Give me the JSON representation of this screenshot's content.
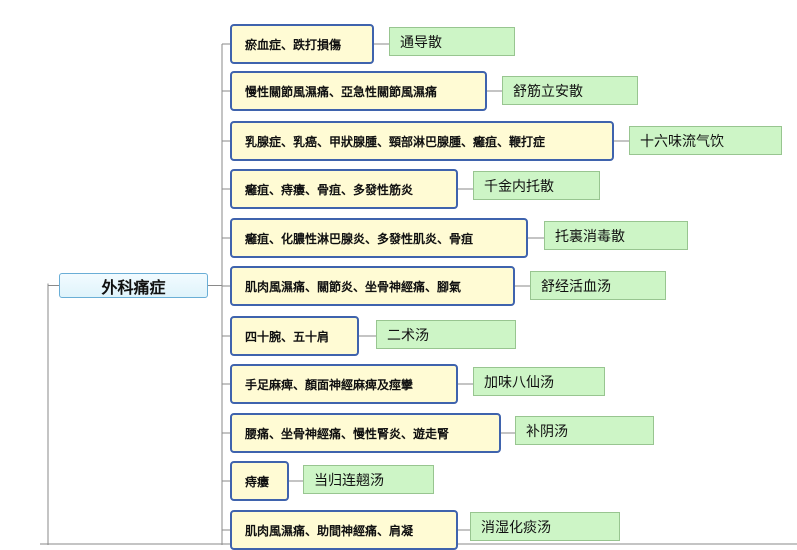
{
  "root": {
    "label": "外科痛症"
  },
  "branches": [
    {
      "symptom": "瘀血症、跌打損傷",
      "remedy": "通导散"
    },
    {
      "symptom": "慢性關節風濕痛、亞急性關節風濕痛",
      "remedy": "舒筋立安散"
    },
    {
      "symptom": "乳腺症、乳癌、甲狀腺腫、頸部淋巴腺腫、癰疽、鞭打症",
      "remedy": "十六味流气饮"
    },
    {
      "symptom": "癰疽、痔瘻、骨疽、多發性筋炎",
      "remedy": "千金内托散"
    },
    {
      "symptom": "癰疽、化膿性淋巴腺炎、多發性肌炎、骨疽",
      "remedy": "托裏消毒散"
    },
    {
      "symptom": "肌肉風濕痛、關節炎、坐骨神經痛、腳氣",
      "remedy": "舒经活血汤"
    },
    {
      "symptom": "四十腕、五十肩",
      "remedy": "二术汤"
    },
    {
      "symptom": "手足麻痺、顏面神經麻痺及痙攣",
      "remedy": "加味八仙汤"
    },
    {
      "symptom": "腰痛、坐骨神經痛、慢性腎炎、遊走腎",
      "remedy": "补阴汤"
    },
    {
      "symptom": "痔瘻",
      "remedy": "当归连翹汤"
    },
    {
      "symptom": "肌肉風濕痛、助間神經痛、肩凝",
      "remedy": "消湿化痰汤"
    }
  ],
  "colors": {
    "symptom_fill": "#fffbd4",
    "symptom_border": "#3f63ad",
    "remedy_fill": "#cdf5c6",
    "root_fill": "#dff3fb",
    "connector": "#8a8a8a"
  }
}
